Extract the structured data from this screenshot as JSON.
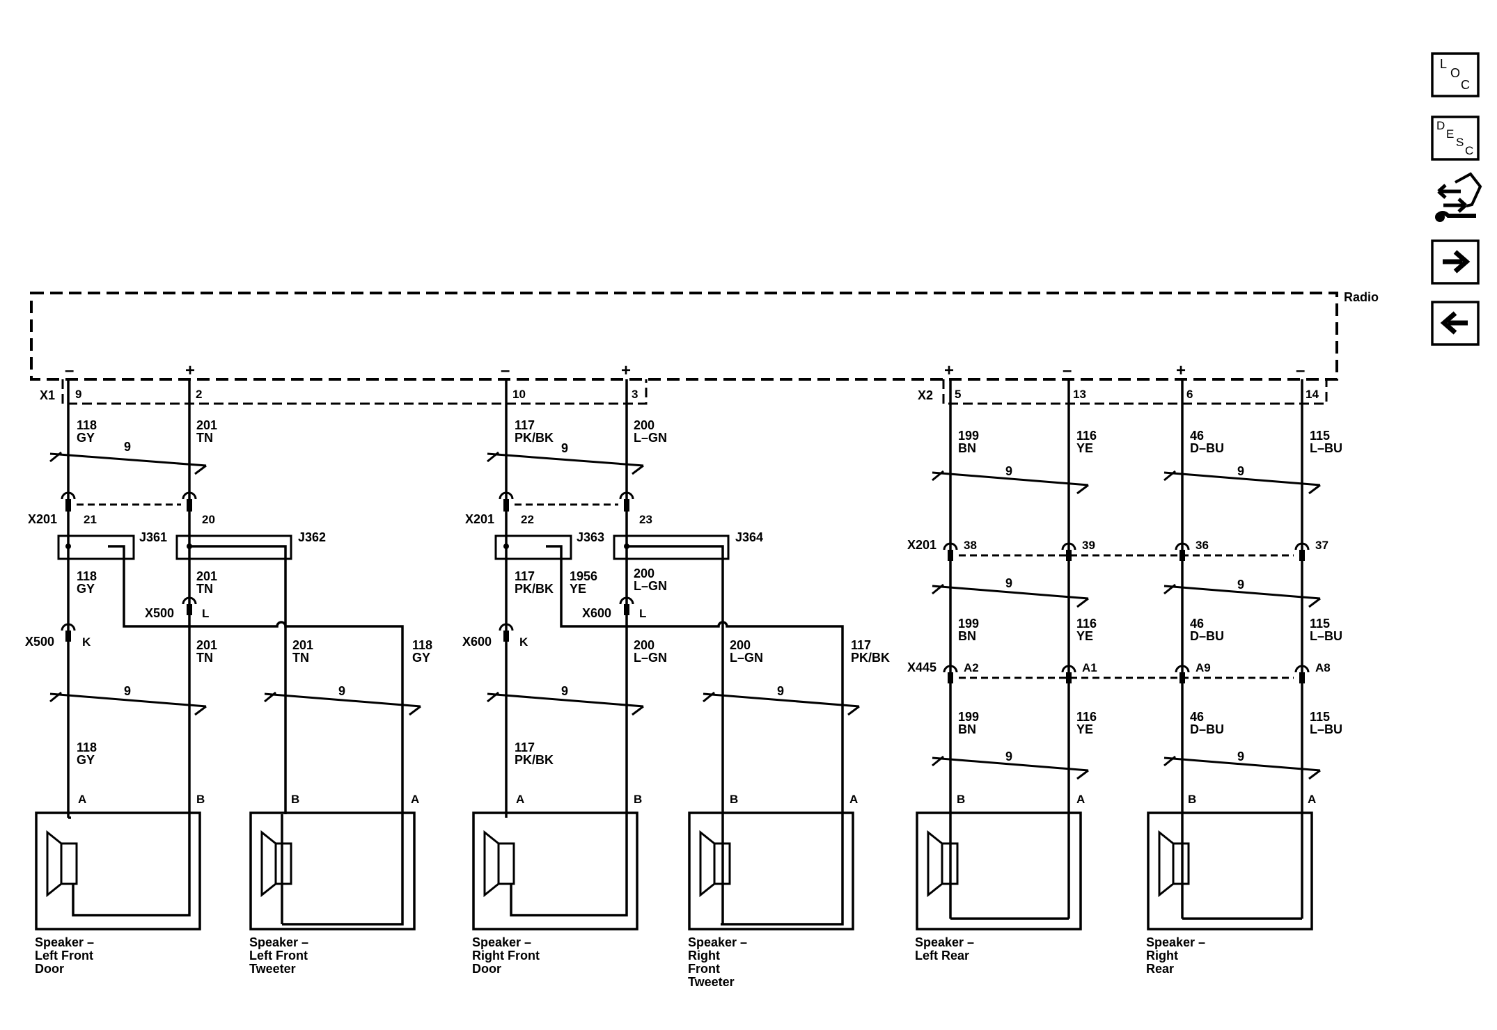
{
  "module": {
    "label": "Radio"
  },
  "nav": {
    "loc": {
      "letters": [
        "L",
        "O",
        "C"
      ]
    },
    "desc": {
      "letters": [
        "D",
        "E",
        "S",
        "C"
      ]
    },
    "icons": [
      "connector-swap-icon",
      "arrow-right-icon",
      "arrow-left-icon"
    ]
  },
  "connectors": {
    "x1": "X1",
    "x2": "X2",
    "x201": "X201",
    "x500": "X500",
    "x600": "X600",
    "x445": "X445",
    "j361": "J361",
    "j362": "J362",
    "j363": "J363",
    "j364": "J364"
  },
  "pins": {
    "x1_9": "9",
    "x1_2": "2",
    "x1_10": "10",
    "x1_3": "3",
    "x2_5": "5",
    "x2_13": "13",
    "x2_6": "6",
    "x2_14": "14",
    "x201_21": "21",
    "x201_20": "20",
    "x201_22": "22",
    "x201_23": "23",
    "x201_38": "38",
    "x201_39": "39",
    "x201_36": "36",
    "x201_37": "37",
    "x500_k": "K",
    "x500_l": "L",
    "x600_k": "K",
    "x600_l": "L",
    "x445_a2": "A2",
    "x445_a1": "A1",
    "x445_a9": "A9",
    "x445_a8": "A8"
  },
  "polarity": {
    "minus": "–",
    "plus": "+"
  },
  "twist": "9",
  "wires": {
    "c118": "118",
    "gy": "GY",
    "c201": "201",
    "tn": "TN",
    "c117": "117",
    "pkbk": "PK/BK",
    "c200": "200",
    "lgn": "L–GN",
    "c1956": "1956",
    "ye": "YE",
    "c199": "199",
    "bn": "BN",
    "c116": "116",
    "c46": "46",
    "dbu": "D–BU",
    "c115": "115",
    "lbu": "L–BU"
  },
  "terminals": {
    "a": "A",
    "b": "B"
  },
  "speakers": [
    {
      "lines": [
        "Speaker –",
        "Left Front",
        "Door"
      ]
    },
    {
      "lines": [
        "Speaker –",
        "Left Front",
        "Tweeter"
      ]
    },
    {
      "lines": [
        "Speaker –",
        "Right Front",
        "Door"
      ]
    },
    {
      "lines": [
        "Speaker –",
        "Right",
        "Front",
        "Tweeter"
      ]
    },
    {
      "lines": [
        "Speaker –",
        "Left Rear"
      ]
    },
    {
      "lines": [
        "Speaker –",
        "Right",
        "Rear"
      ]
    }
  ]
}
